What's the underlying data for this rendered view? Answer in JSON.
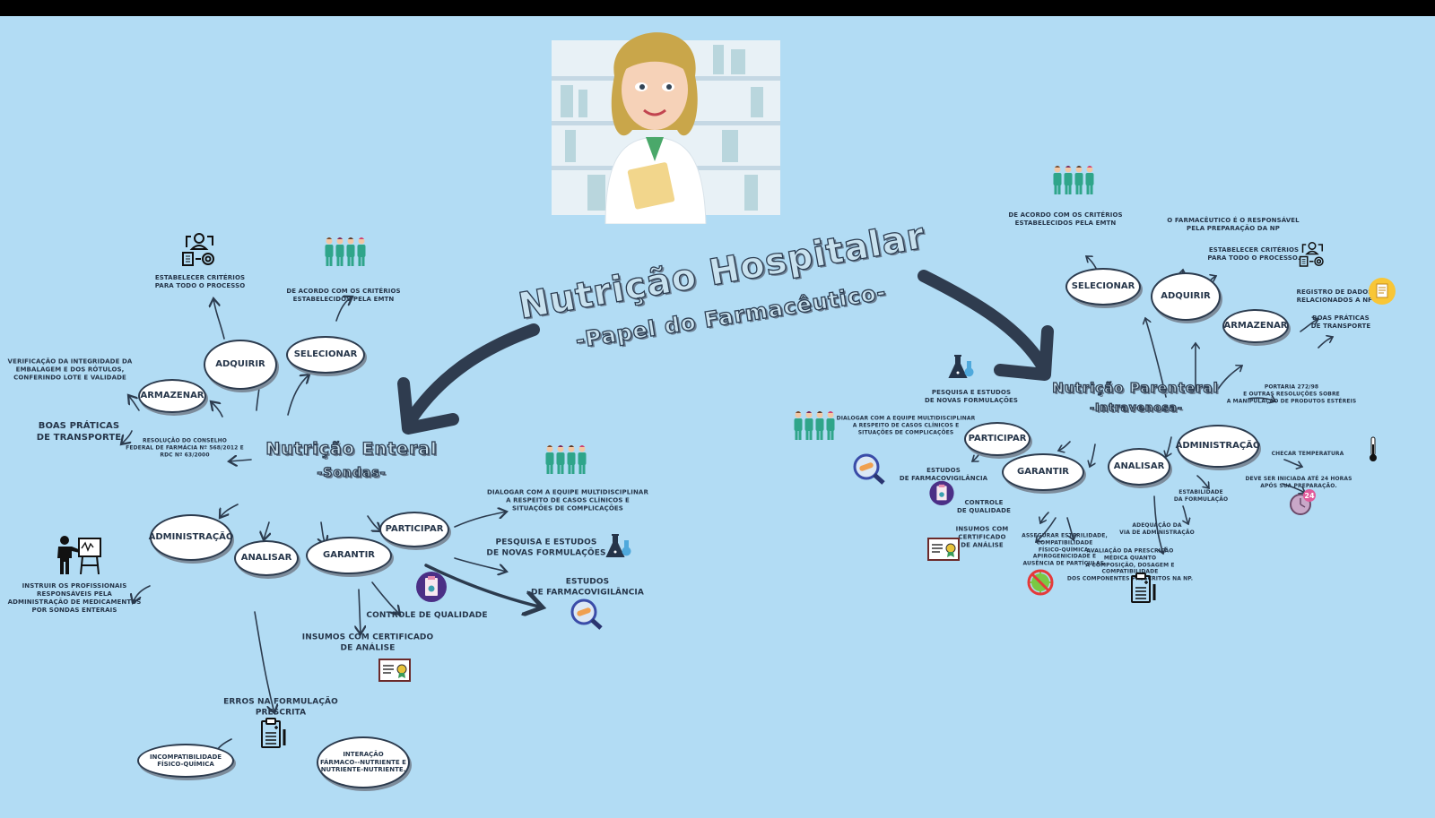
{
  "title": "Nutrição Hospitalar",
  "subtitle": "-Papel do Farmacêutico-",
  "enteral": {
    "title": "Nutrição Enteral",
    "subtitle": "-Sondas-",
    "nodes": {
      "adquirir": "Adquirir",
      "selecionar": "Selecionar",
      "armazenar": "Armazenar",
      "administracao": "Administração",
      "analisar": "Analisar",
      "garantir": "Garantir",
      "participar": "Participar"
    },
    "notes": {
      "estabelecer": "Estabelecer critérios\npara todo o processo",
      "de_acordo": "De acordo com os critérios\nestabelecidos pela EMTN",
      "verificacao": "Verificação da integridade da\nembalagem e dos rótulos,\nconferindo lote e validade",
      "boas_praticas": "Boas práticas\nde transporte",
      "resolucao": "Resolução do Conselho\nFederal de Farmácia nº 568/2012 e\nRDC nº 63/2000",
      "instruir": "Instruir os profissionais\nresponsáveis pela\nadministração de medicamentos\npor sondas enterais",
      "erros": "Erros na formulação\nprescrita",
      "incompatibilidade": "Incompatibilidade\nfísico-química",
      "interacao": "Interação\nfármaco--nutriente e\nnutriente-nutriente.",
      "controle": "Controle de qualidade",
      "insumos": "Insumos com certificado\nde análise",
      "dialogar": "Dialogar com a equipe  multidisciplinar\na respeito de casos clínicos e\nsituações de complicações",
      "pesquisa": "Pesquisa e estudos\nde novas formulações",
      "farmacovigilancia": "Estudos\nde farmacovigilância"
    }
  },
  "parenteral": {
    "title": "Nutrição Parenteral",
    "subtitle": "-Intravenosa-",
    "nodes": {
      "selecionar": "Selecionar",
      "adquirir": "Adquirir",
      "armazenar": "Armazenar",
      "administracao": "Administração",
      "analisar": "Analisar",
      "garantir": "Garantir",
      "participar": "Participar"
    },
    "notes": {
      "de_acordo": "De acordo com os critérios\nestabelecidos pela EMTN",
      "farmaceutico": "O farmacêutico é o responsável\npela preparação da NP",
      "estabelecer": "Estabelecer critérios\npara todo o processo.",
      "registro": "Registro de dados\nrelacionados a NP",
      "boas_praticas": "Boas práticas\nde transporte",
      "portaria": "Portaria 272/98\nE  outras resoluções sobre\na manipulação de produtos estéreis",
      "checar": "Checar temperatura",
      "iniciada": "Deve ser iniciada até 24 horas\napós sua preparação.",
      "estabilidade": "Estabilidade\nda formulação",
      "adequacao": "Adequação da\nvia de administração",
      "avaliacao": "Avaliação da prescrição\nmédica quanto\nà composição, dosagem e\ncompatibilidade\ndos componentes prescritos na NP.",
      "pesquisa": "Pesquisa e estudos\nde novas formulações",
      "dialogar": "Dialogar com a equipe  multidisciplinar\na respeito de casos clínicos e\nsituações de complicações",
      "farmacovigilancia": "Estudos\nde farmacovigilância",
      "controle": "Controle\nde qualidade",
      "insumos": "Insumos com\ncertificado\nde análise",
      "assegurar": "Assegurar esterilidade,\ncompatibilidade\nfísico-química,\napirogenicidade e\nausência de partículas."
    },
    "clock_badge": "24"
  },
  "colors": {
    "background": "#b2dcf4",
    "ink": "#26364a",
    "team": "#2fa58a"
  }
}
